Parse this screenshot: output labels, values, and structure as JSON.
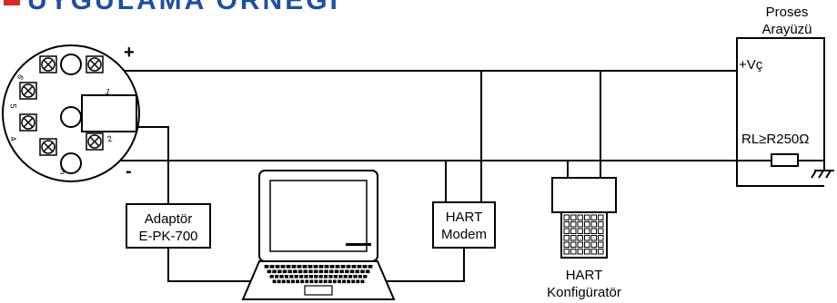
{
  "heading": {
    "text": "UYGULAMA ÖRNEĞİ"
  },
  "terminal": {
    "plus": "+",
    "minus": "-",
    "numbers": [
      "1",
      "2",
      "3",
      "4",
      "5",
      "6"
    ]
  },
  "process_interface": {
    "title_line1": "Proses",
    "title_line2": "Arayüzü",
    "supply": "+Vç",
    "load_resistor": "RL≥R250Ω"
  },
  "adapter": {
    "line1": "Adaptör",
    "line2": "E-PK-700"
  },
  "modem": {
    "line1": "HART",
    "line2": "Modem"
  },
  "configurator": {
    "line1": "HART",
    "line2": "Konfigüratör"
  },
  "colors": {
    "heading": "#1f4fa3",
    "heading_bullet": "#d62b2b",
    "lines": "#000000"
  }
}
